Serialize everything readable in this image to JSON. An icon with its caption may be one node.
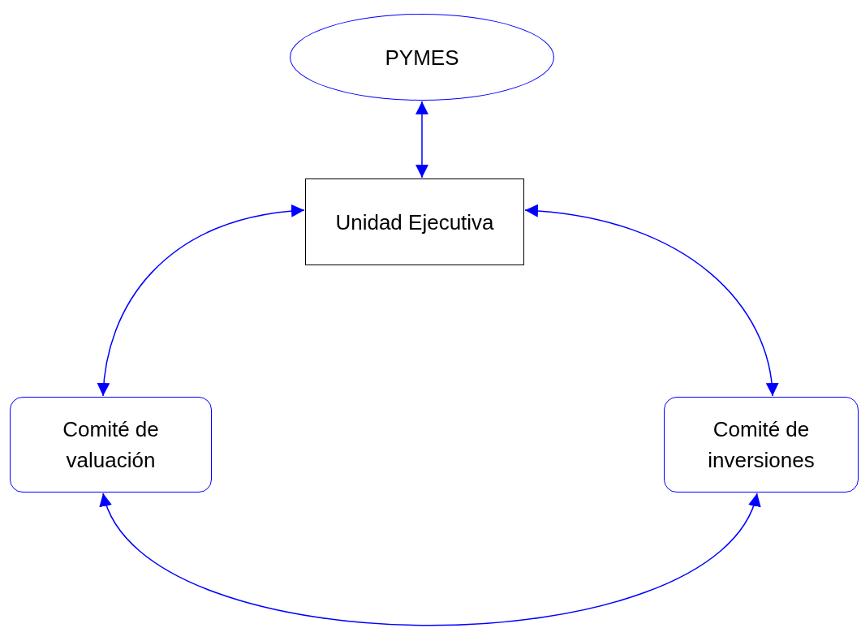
{
  "diagram": {
    "nodes": [
      {
        "text": [
          "PYMES"
        ]
      },
      {
        "text": [
          "Unidad Ejecutiva"
        ]
      },
      {
        "text": [
          "Comité de valuación"
        ]
      },
      {
        "text": [
          "Comité de inversiones"
        ]
      }
    ],
    "edges": [
      {
        "from": 0,
        "to": 1,
        "arrow": "both"
      },
      {
        "from": 1,
        "to": 2,
        "arrow": "both"
      },
      {
        "from": 1,
        "to": 3,
        "arrow": "both"
      },
      {
        "from": 2,
        "to": 3,
        "arrow": "both"
      }
    ]
  }
}
